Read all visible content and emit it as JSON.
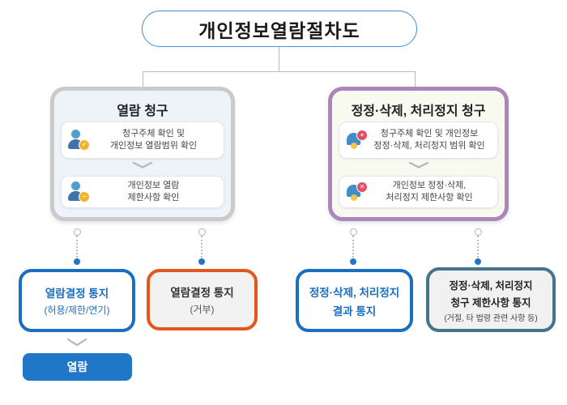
{
  "title": "개인정보열람절차도",
  "icons": {
    "check": "✓",
    "minus": "−",
    "plus": "+",
    "cross": "✕"
  },
  "left_panel": {
    "header": "열람 청구",
    "steps": [
      {
        "icon": "person-check-icon",
        "lines": [
          "청구주체 확인 및",
          "개인정보 열람범위 확인"
        ]
      },
      {
        "icon": "person-minus-icon",
        "lines": [
          "개인정보 열람",
          "제한사항 확인"
        ]
      }
    ]
  },
  "right_panel": {
    "header": "정정·삭제, 처리정지 청구",
    "steps": [
      {
        "icon": "bell-plus-icon",
        "lines": [
          "청구주체 확인 및 개인정보",
          "정정·삭제, 처리정지 범위 확인"
        ]
      },
      {
        "icon": "bell-cross-icon",
        "lines": [
          "개인정보 정정·삭제,",
          "처리정지 제한사항 확인"
        ]
      }
    ]
  },
  "outcomes": [
    {
      "lines": [
        "열람결정 통지",
        "(허용/제한/연기)"
      ]
    },
    {
      "lines": [
        "열람결정 통지",
        "(거부)"
      ]
    },
    {
      "lines": [
        "정정·삭제, 처리정지",
        "결과 통지"
      ]
    },
    {
      "lines": [
        "정정·삭제, 처리정지",
        "청구 제한사항 통지",
        "(거절, 타 법령 관련 사항 등)"
      ]
    }
  ],
  "final_step": {
    "label": "열람"
  },
  "colors": {
    "blue": "#1b6fc0",
    "orange": "#e2571d",
    "teal": "#44758c",
    "purple": "#ad85bd",
    "panel_gray": "#c9cacc",
    "button_blue": "#2077c8"
  }
}
